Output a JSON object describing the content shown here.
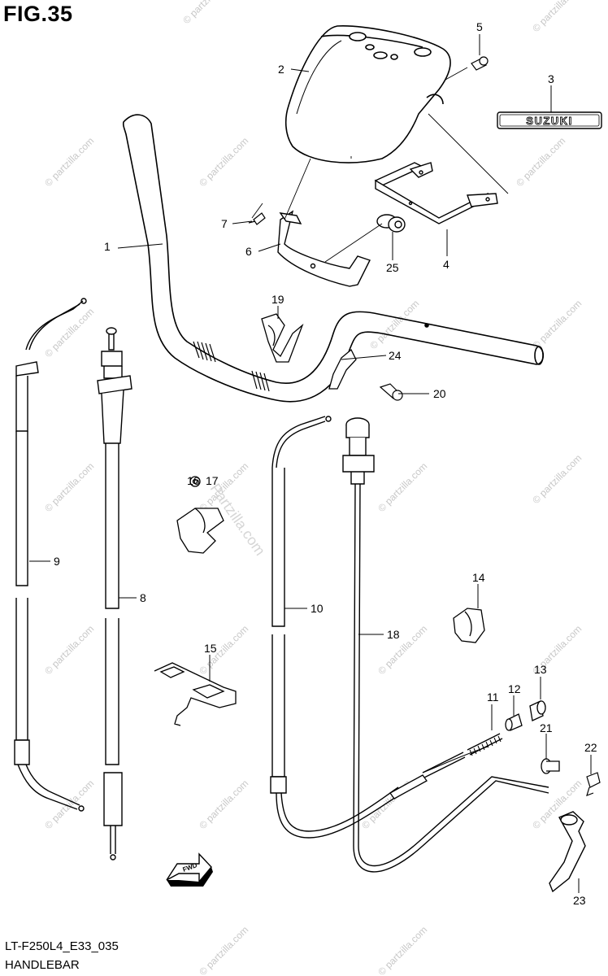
{
  "figure": {
    "title": "FIG.35",
    "model_code": "LT-F250L4_E33_035",
    "part_name": "HANDLEBAR",
    "fwd_label": "FWD",
    "brand_label": "SUZUKI",
    "watermark": "© partzilla.com",
    "center_watermark": "Partzilla.com"
  },
  "callouts": [
    {
      "id": "c1",
      "text": "1"
    },
    {
      "id": "c2",
      "text": "2"
    },
    {
      "id": "c3",
      "text": "3"
    },
    {
      "id": "c4",
      "text": "4"
    },
    {
      "id": "c5",
      "text": "5"
    },
    {
      "id": "c6",
      "text": "6"
    },
    {
      "id": "c7",
      "text": "7"
    },
    {
      "id": "c8",
      "text": "8"
    },
    {
      "id": "c9",
      "text": "9"
    },
    {
      "id": "c10",
      "text": "10"
    },
    {
      "id": "c11",
      "text": "11"
    },
    {
      "id": "c12",
      "text": "12"
    },
    {
      "id": "c13",
      "text": "13"
    },
    {
      "id": "c14",
      "text": "14"
    },
    {
      "id": "c15",
      "text": "15"
    },
    {
      "id": "c16",
      "text": "16"
    },
    {
      "id": "c17",
      "text": "17"
    },
    {
      "id": "c18",
      "text": "18"
    },
    {
      "id": "c19",
      "text": "19"
    },
    {
      "id": "c20",
      "text": "20"
    },
    {
      "id": "c21",
      "text": "21"
    },
    {
      "id": "c22",
      "text": "22"
    },
    {
      "id": "c23",
      "text": "23"
    },
    {
      "id": "c24",
      "text": "24"
    },
    {
      "id": "c25",
      "text": "25"
    }
  ]
}
